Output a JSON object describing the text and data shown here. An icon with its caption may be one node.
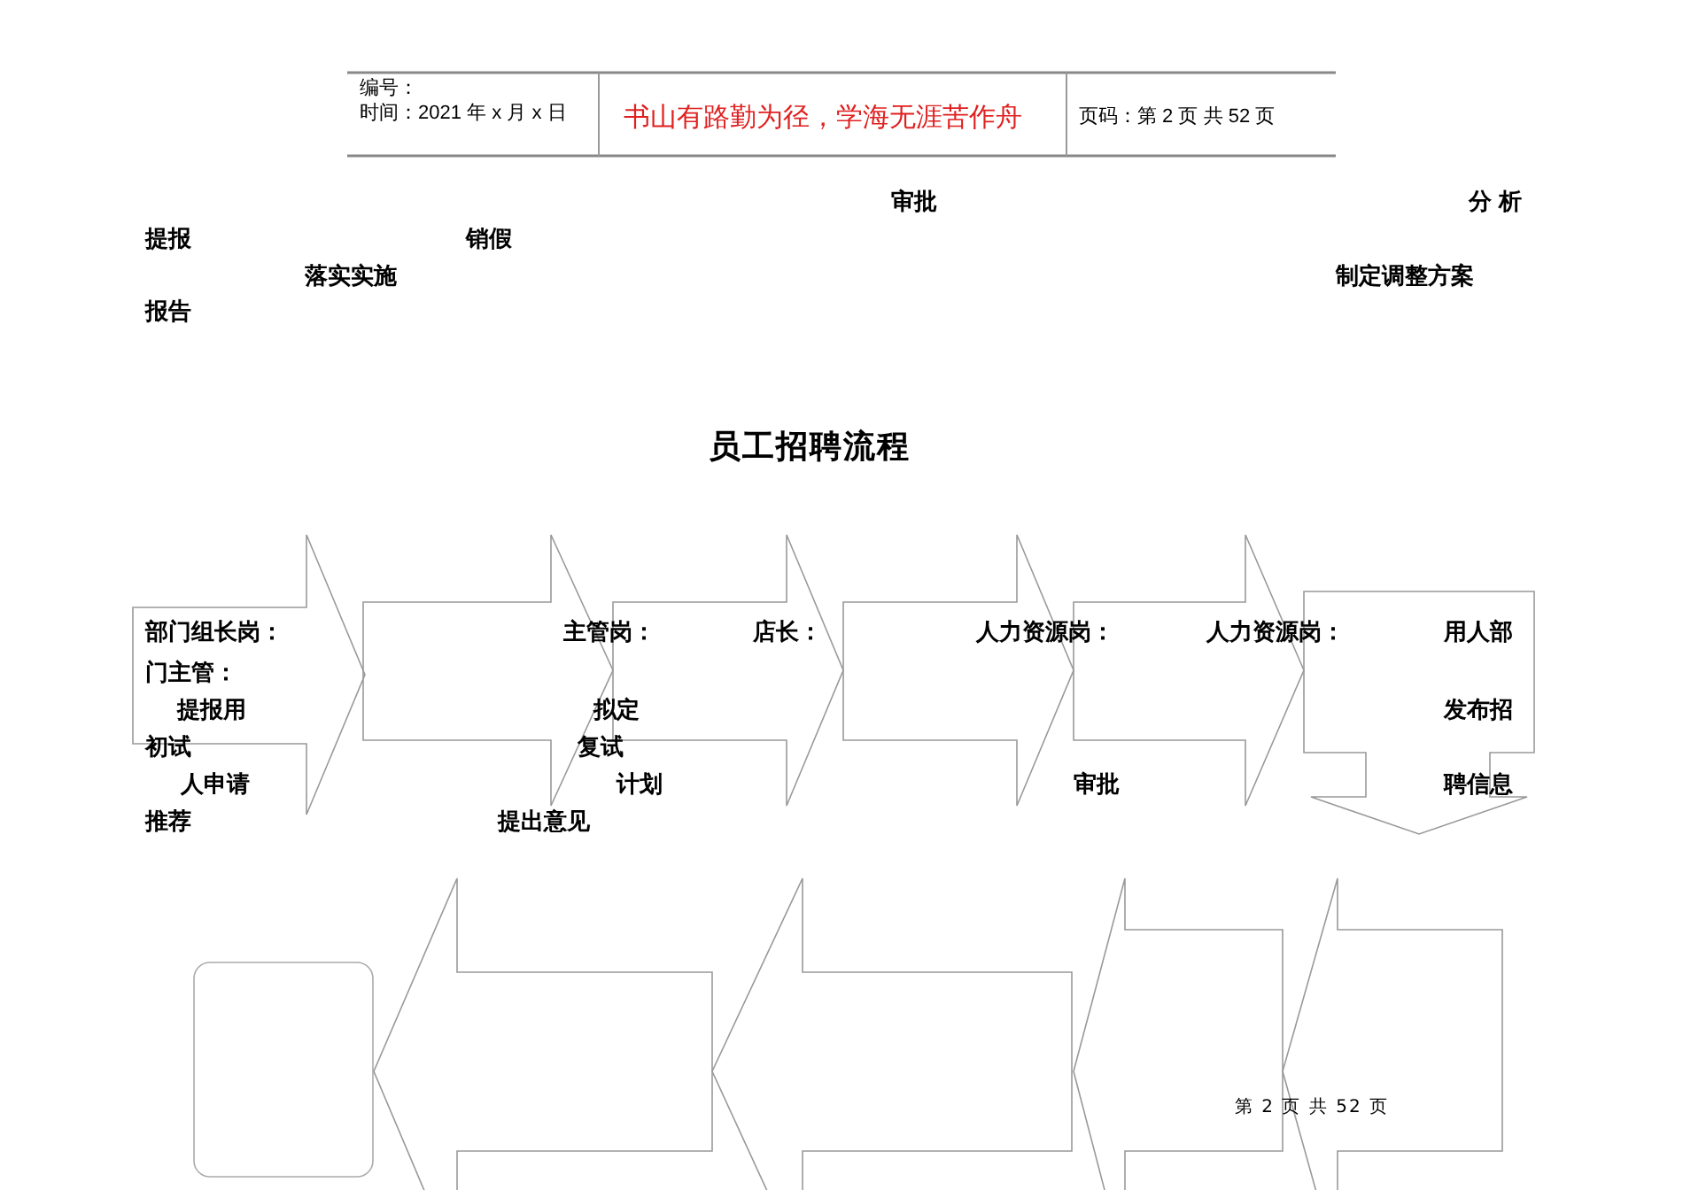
{
  "diagram": {
    "title": "员工招聘流程",
    "nodes": [
      {
        "text": [],
        "shape": "arrow"
      },
      {
        "text": [],
        "shape": "arrow"
      },
      {
        "text": [],
        "shape": "arrow"
      },
      {
        "text": [],
        "shape": "arrow"
      },
      {
        "text": [],
        "shape": "arrow"
      },
      {
        "text": [],
        "shape": "arrow"
      },
      {
        "text": [],
        "shape": "box"
      },
      {
        "text": [],
        "shape": "arrow"
      },
      {
        "text": [],
        "shape": "arrow"
      },
      {
        "text": [],
        "shape": "arrow"
      },
      {
        "text": [],
        "shape": "arrow"
      }
    ],
    "labels": [
      "编号：",
      "时间：2021 年 x 月 x 日",
      "书山有路勤为径，学海无涯苦作舟",
      "页码：第 2 页  共 52 页",
      "审批",
      "分析",
      "提报",
      "销假",
      "落实实施",
      "制定调整方案",
      "报告",
      "部门组长岗：",
      "主管岗：",
      "店长：",
      "人力资源岗：",
      "人力资源岗：",
      "用人部",
      "门主管：",
      "提报用",
      "拟定",
      "发布招",
      "初试",
      "复试",
      "人申请",
      "计划",
      "审批",
      "聘信息",
      "推荐",
      "提出意见",
      "第 2 页 共 52 页"
    ]
  }
}
